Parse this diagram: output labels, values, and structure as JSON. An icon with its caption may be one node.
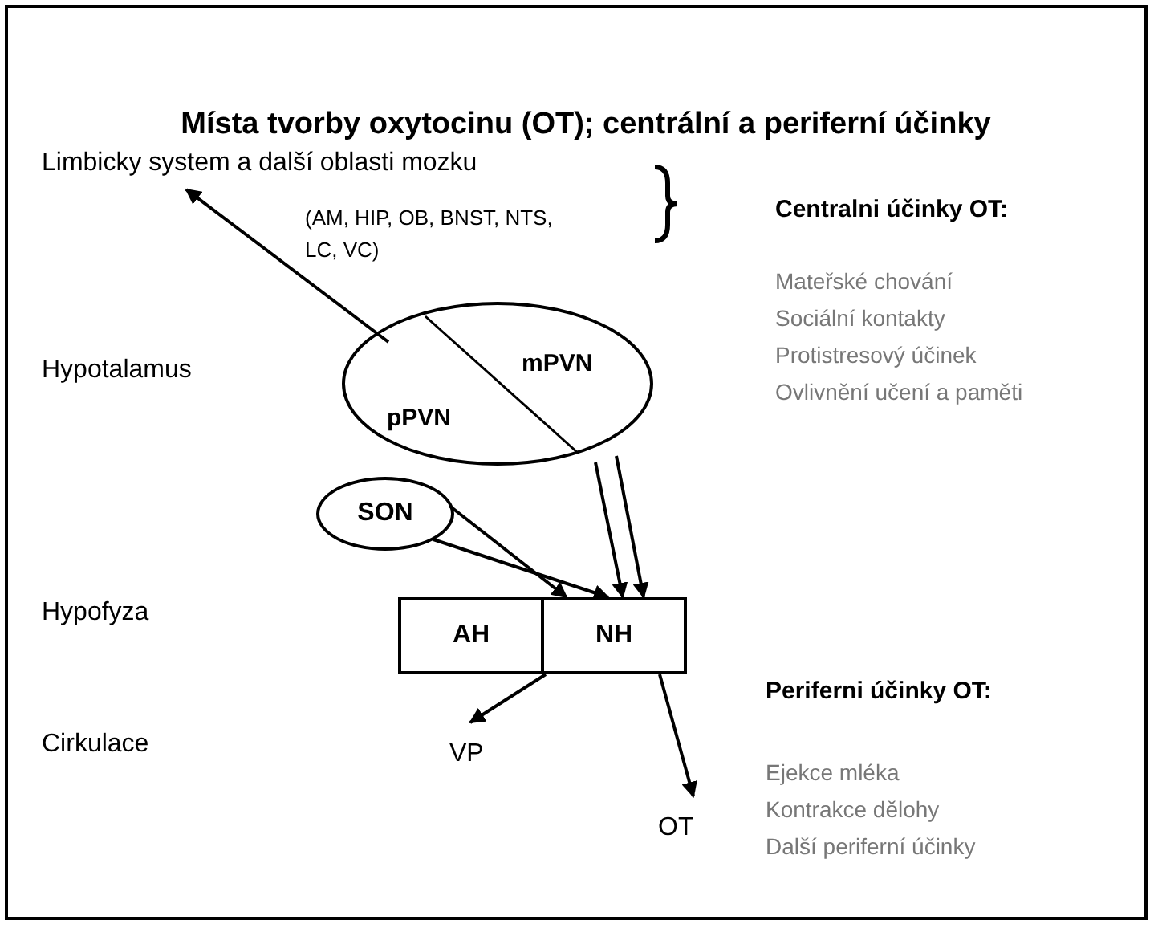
{
  "diagram": {
    "title": "Místa tvorby oxytocinu (OT); centrální a periferní účinky",
    "nodes": [
      {
        "text": [
          "Limbicky system a další oblasti mozku"
        ]
      },
      {
        "text": [
          "mPVN",
          "pPVN"
        ]
      },
      {
        "text": [
          "SON"
        ]
      },
      {
        "text": [
          "AH"
        ]
      },
      {
        "text": [
          "NH"
        ]
      },
      {
        "text": [
          "VP"
        ]
      },
      {
        "text": [
          "OT"
        ]
      }
    ],
    "edges": [
      {
        "from": 1,
        "to": 0,
        "arrow": "to"
      },
      {
        "from": 1,
        "to": 4,
        "arrow": "to"
      },
      {
        "from": 1,
        "to": 4,
        "arrow": "to"
      },
      {
        "from": 2,
        "to": 4,
        "arrow": "to"
      },
      {
        "from": 2,
        "to": 4,
        "arrow": "to"
      },
      {
        "from": 4,
        "to": 5,
        "arrow": "to"
      },
      {
        "from": 4,
        "to": 6,
        "arrow": "to"
      }
    ],
    "labels": [
      "(AM, HIP, OB, BNST, NTS, LC, VC)",
      "Centralni účinky OT:",
      "Mateřské chování",
      "Sociální kontakty",
      "Protistresový účinek",
      "Ovlivnění učení a paměti",
      "Hypotalamus",
      "Hypofyza",
      "Periferni účinky OT:",
      "Cirkulace",
      "Ejekce mléka",
      "Kontrakce dělohy",
      "Další periferní účinky"
    ]
  }
}
